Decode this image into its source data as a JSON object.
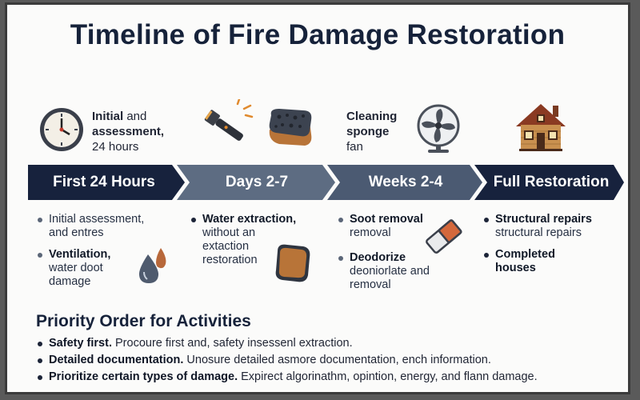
{
  "title": "Timeline of Fire Damage Restoration",
  "icons": [
    "clock-icon",
    "flashlight-icon",
    "sponge-icon",
    "fan-icon",
    "house-icon",
    "water-drop-icon",
    "sponge-icon",
    "eraser-icon"
  ],
  "top_notes": [
    {
      "bold": "Initial",
      "rest": " and",
      "line2_bold": "assessment,",
      "line3": "24 hours"
    },
    {
      "bold": "Cleaning",
      "line2_bold": "sponge",
      "line3": "fan"
    }
  ],
  "phases": [
    "First 24 Hours",
    "Days 2-7",
    "Weeks 2-4",
    "Full Restoration"
  ],
  "phase_colors": [
    "#17223d",
    "#5d6c82",
    "#4b5a72",
    "#17223d"
  ],
  "columns": [
    {
      "items": [
        {
          "bold": "",
          "text_lines": [
            "Initial assessment,",
            "and entres"
          ]
        },
        {
          "bold": "Ventilation,",
          "text_lines": [
            "water doot",
            "damage"
          ]
        }
      ]
    },
    {
      "items": [
        {
          "bold": "Water extraction,",
          "text_lines": [
            "without an",
            "extaction",
            "restoration"
          ]
        }
      ]
    },
    {
      "items": [
        {
          "bold": "Soot removal",
          "text_lines": [
            "removal"
          ]
        },
        {
          "bold": "Deodorize",
          "text_lines": [
            "deoniorlate and",
            "removal"
          ]
        }
      ]
    },
    {
      "items": [
        {
          "bold": "Structural repairs",
          "text_lines": [
            "structural repairs"
          ]
        },
        {
          "bold": "Completed",
          "text_lines": [
            "houses"
          ]
        }
      ]
    }
  ],
  "priority": {
    "title": "Priority Order for Activities",
    "items": [
      {
        "bold": "Safety first.",
        "text": " Procoure first and, safety insessenl extraction."
      },
      {
        "bold": "Detailed documentation.",
        "text": " Unosure detailed asmore documentation, ench information."
      },
      {
        "bold": "Prioritize certain types of damage.",
        "text": " Expirect algorinathm, opintion, energy, and flann damage."
      }
    ]
  }
}
